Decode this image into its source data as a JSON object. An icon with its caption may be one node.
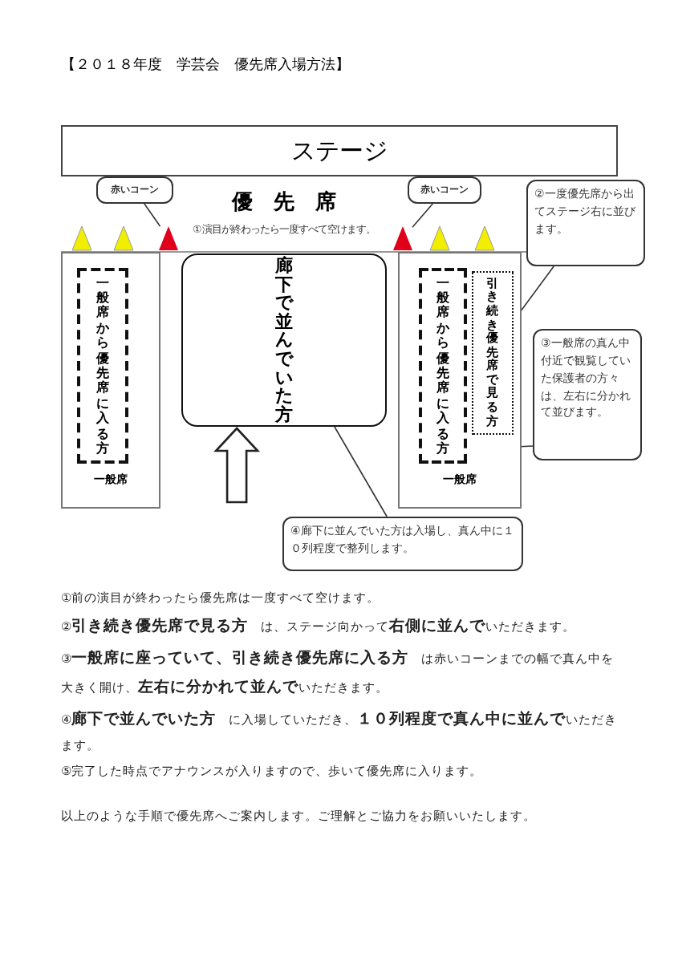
{
  "diagram": {
    "title": "【２０１８年度　学芸会　優先席入場方法】",
    "nodes": [
      {
        "text": [
          "ステージ"
        ]
      },
      {
        "text": [
          "優　先　席",
          "①演目が終わったら一度すべて空けます。"
        ]
      },
      {
        "text": [
          "一般席"
        ]
      },
      {
        "text": [
          "一般席から優先席に入る方"
        ],
        "in": 2
      },
      {
        "text": [
          "廊下で並んでいた方"
        ]
      },
      {
        "text": [
          "一般席"
        ]
      },
      {
        "text": [
          "一般席から優先席に入る方"
        ],
        "in": 5
      },
      {
        "text": [
          "引き続き優先席で見る方"
        ],
        "in": 5
      },
      {
        "text": [
          "赤いコーン"
        ]
      },
      {
        "text": [
          "赤いコーン"
        ]
      },
      {
        "text": [
          "②一度優先席から出てステージ右に並びます。"
        ]
      },
      {
        "text": [
          "③一般席の真ん中付近で観覧していた保護者の方々は、左右に分かれて並びます。"
        ]
      },
      {
        "text": [
          "④廊下に並んでいた方は入場し、真ん中に１０列程度で整列します。"
        ]
      },
      {
        "text": [],
        "shape": "cone"
      },
      {
        "text": [],
        "shape": "cone"
      }
    ],
    "edges": [
      {
        "from": 8,
        "to": 13,
        "arrow": "none"
      },
      {
        "from": 9,
        "to": 14,
        "arrow": "none"
      },
      {
        "from": 10,
        "to": 7,
        "arrow": "none"
      },
      {
        "from": 11,
        "to": 6,
        "arrow": "none"
      },
      {
        "from": 12,
        "to": 4,
        "arrow": "none"
      },
      {
        "from": null,
        "to": 4,
        "arrow": "to"
      }
    ],
    "labels": [
      "①前の演目が終わったら優先席は一度すべて空けます。",
      "②**引き続き優先席で見る方**　は、ステージ向かって**右側に並んで**いただきます。",
      "③**一般席に座っていて、引き続き優先席に入る方**　は赤いコーンまでの幅で真ん中を大きく開け、**左右に分かれて並んで**いただきます。",
      "④**廊下で並んでいた方**　に入場していただき、**１０列程度で真ん中に並んで**いただきます。",
      "⑤完了した時点でアナウンスが入りますので、歩いて優先席に入ります。",
      "以上のような手順で優先席へご案内します。ご理解とご協力をお願いいたします。"
    ]
  }
}
